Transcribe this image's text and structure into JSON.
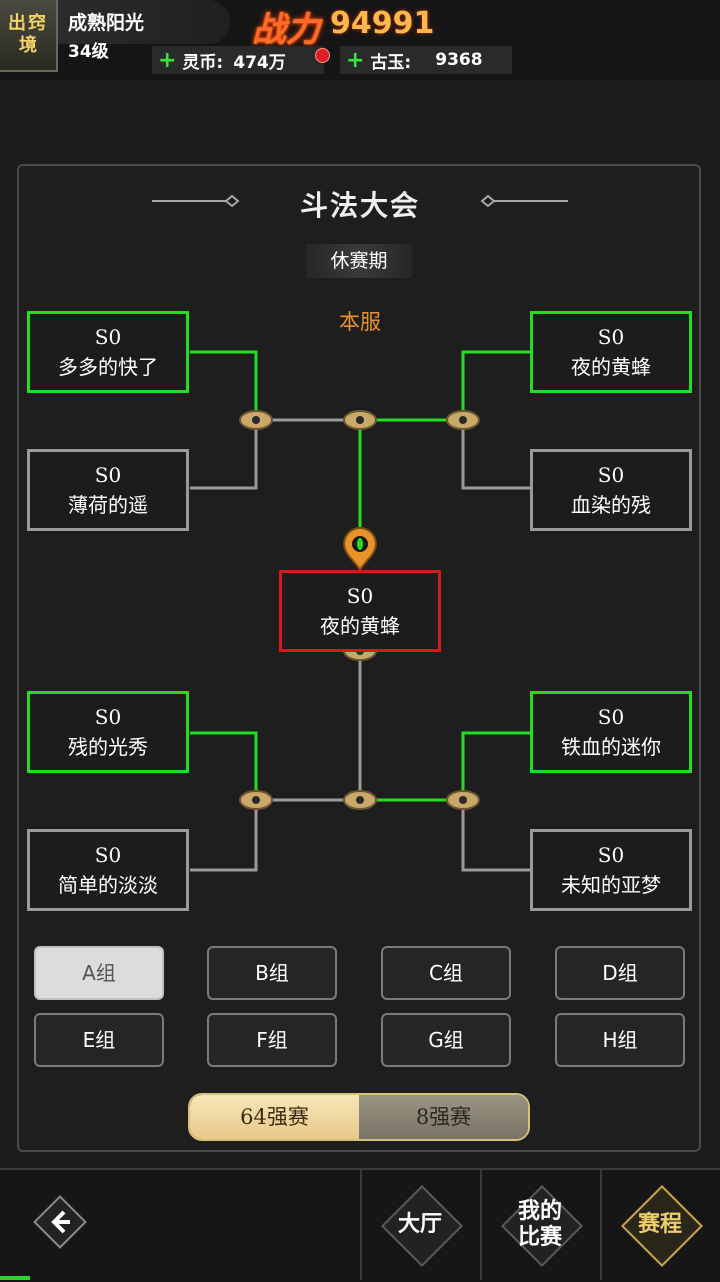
{
  "header": {
    "realm_line1": "出窍",
    "realm_line2": "境",
    "player_name": "成熟阳光",
    "player_level": "34级",
    "power_label": "战力",
    "power_value": "94991",
    "resources": [
      {
        "name": "灵币:",
        "value": "474万",
        "has_alert": true
      },
      {
        "name": "古玉:",
        "value": "9368",
        "has_alert": false
      }
    ]
  },
  "tournament": {
    "title": "斗法大会",
    "status": "休赛期",
    "server": "本服",
    "top_half": {
      "left_winner": {
        "score": "S0",
        "name": "多多的快了"
      },
      "left_loser": {
        "score": "S0",
        "name": "薄荷的遥"
      },
      "right_winner": {
        "score": "S0",
        "name": "夜的黄蜂"
      },
      "right_loser": {
        "score": "S0",
        "name": "血染的残"
      }
    },
    "champion": {
      "score": "S0",
      "name": "夜的黄蜂"
    },
    "bottom_half": {
      "left_winner": {
        "score": "S0",
        "name": "残的光秀"
      },
      "left_loser": {
        "score": "S0",
        "name": "简单的淡淡"
      },
      "right_winner": {
        "score": "S0",
        "name": "铁血的迷你"
      },
      "right_loser": {
        "score": "S0",
        "name": "未知的亚梦"
      }
    }
  },
  "groups": [
    "A组",
    "B组",
    "C组",
    "D组",
    "E组",
    "F组",
    "G组",
    "H组"
  ],
  "active_group": "A组",
  "stages": {
    "first": "64强赛",
    "second": "8强赛",
    "active": "64强赛"
  },
  "nav": {
    "hall": "大厅",
    "my_match_line1": "我的",
    "my_match_line2": "比赛",
    "schedule": "赛程",
    "active": "赛程"
  },
  "colors": {
    "win_line": "#22dd22",
    "lose_line": "#9a9a9a",
    "champion_border": "#d21c1c",
    "accent_gold": "#e8932a"
  }
}
